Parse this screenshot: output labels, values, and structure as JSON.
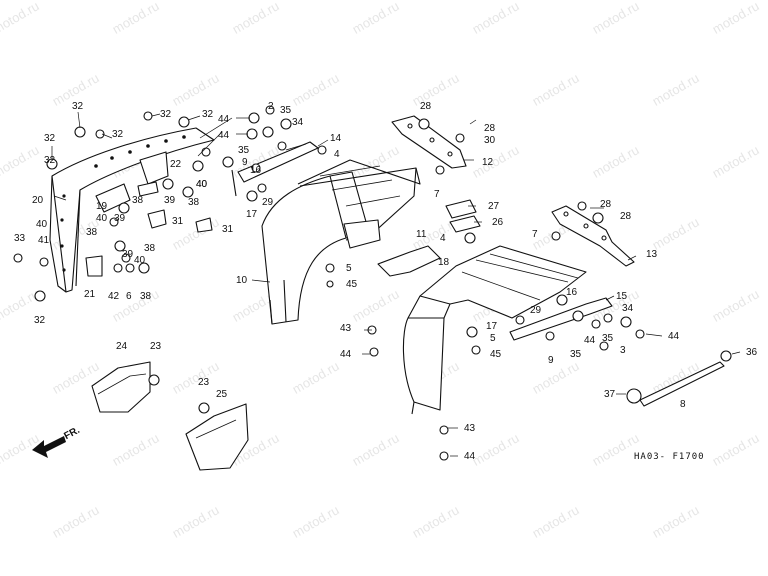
{
  "watermark": "motod.ru",
  "diagram_code": "HA03- F1700",
  "front_marker": "FR.",
  "callouts": [
    {
      "id": "c32a",
      "text": "32"
    },
    {
      "id": "c32b",
      "text": "32"
    },
    {
      "id": "c32c",
      "text": "32"
    },
    {
      "id": "c32d",
      "text": "32"
    },
    {
      "id": "c32e",
      "text": "32"
    },
    {
      "id": "c32f",
      "text": "32"
    },
    {
      "id": "c32g",
      "text": "32"
    },
    {
      "id": "c20",
      "text": "20"
    },
    {
      "id": "c22",
      "text": "22"
    },
    {
      "id": "c40a",
      "text": "40"
    },
    {
      "id": "c40b",
      "text": "40"
    },
    {
      "id": "c40c",
      "text": "40"
    },
    {
      "id": "c40d",
      "text": "40"
    },
    {
      "id": "c40e",
      "text": "40"
    },
    {
      "id": "c19",
      "text": "19"
    },
    {
      "id": "c38a",
      "text": "38"
    },
    {
      "id": "c38b",
      "text": "38"
    },
    {
      "id": "c38c",
      "text": "38"
    },
    {
      "id": "c38d",
      "text": "38"
    },
    {
      "id": "c38e",
      "text": "38"
    },
    {
      "id": "c39a",
      "text": "39"
    },
    {
      "id": "c39b",
      "text": "39"
    },
    {
      "id": "c39c",
      "text": "39"
    },
    {
      "id": "c31a",
      "text": "31"
    },
    {
      "id": "c31b",
      "text": "31"
    },
    {
      "id": "c33",
      "text": "33"
    },
    {
      "id": "c41",
      "text": "41"
    },
    {
      "id": "c21",
      "text": "21"
    },
    {
      "id": "c42",
      "text": "42"
    },
    {
      "id": "c6",
      "text": "6"
    },
    {
      "id": "c44a",
      "text": "44"
    },
    {
      "id": "c44b",
      "text": "44"
    },
    {
      "id": "c2",
      "text": "2"
    },
    {
      "id": "c35a",
      "text": "35"
    },
    {
      "id": "c34a",
      "text": "34"
    },
    {
      "id": "c35b",
      "text": "35"
    },
    {
      "id": "c14",
      "text": "14"
    },
    {
      "id": "c4a",
      "text": "4"
    },
    {
      "id": "c9a",
      "text": "9"
    },
    {
      "id": "c16a",
      "text": "16"
    },
    {
      "id": "c29a",
      "text": "29"
    },
    {
      "id": "c17a",
      "text": "17"
    },
    {
      "id": "c10",
      "text": "10"
    },
    {
      "id": "c5a",
      "text": "5"
    },
    {
      "id": "c45a",
      "text": "45"
    },
    {
      "id": "c43a",
      "text": "43"
    },
    {
      "id": "c44c",
      "text": "44"
    },
    {
      "id": "c28a",
      "text": "28"
    },
    {
      "id": "c28b",
      "text": "28"
    },
    {
      "id": "c30",
      "text": "30"
    },
    {
      "id": "c12",
      "text": "12"
    },
    {
      "id": "c7a",
      "text": "7"
    },
    {
      "id": "c27",
      "text": "27"
    },
    {
      "id": "c26",
      "text": "26"
    },
    {
      "id": "c4b",
      "text": "4"
    },
    {
      "id": "c11",
      "text": "11"
    },
    {
      "id": "c18",
      "text": "18"
    },
    {
      "id": "c28c",
      "text": "28"
    },
    {
      "id": "c28d",
      "text": "28"
    },
    {
      "id": "c7b",
      "text": "7"
    },
    {
      "id": "c13",
      "text": "13"
    },
    {
      "id": "c15",
      "text": "15"
    },
    {
      "id": "c16b",
      "text": "16"
    },
    {
      "id": "c34b",
      "text": "34"
    },
    {
      "id": "c29b",
      "text": "29"
    },
    {
      "id": "c17b",
      "text": "17"
    },
    {
      "id": "c5b",
      "text": "5"
    },
    {
      "id": "c45b",
      "text": "45"
    },
    {
      "id": "c9b",
      "text": "9"
    },
    {
      "id": "c35c",
      "text": "35"
    },
    {
      "id": "c44d",
      "text": "44"
    },
    {
      "id": "c35d",
      "text": "35"
    },
    {
      "id": "c3",
      "text": "3"
    },
    {
      "id": "c44e",
      "text": "44"
    },
    {
      "id": "c36",
      "text": "36"
    },
    {
      "id": "c37",
      "text": "37"
    },
    {
      "id": "c8",
      "text": "8"
    },
    {
      "id": "c43b",
      "text": "43"
    },
    {
      "id": "c44f",
      "text": "44"
    },
    {
      "id": "c24",
      "text": "24"
    },
    {
      "id": "c23a",
      "text": "23"
    },
    {
      "id": "c23b",
      "text": "23"
    },
    {
      "id": "c25",
      "text": "25"
    }
  ]
}
